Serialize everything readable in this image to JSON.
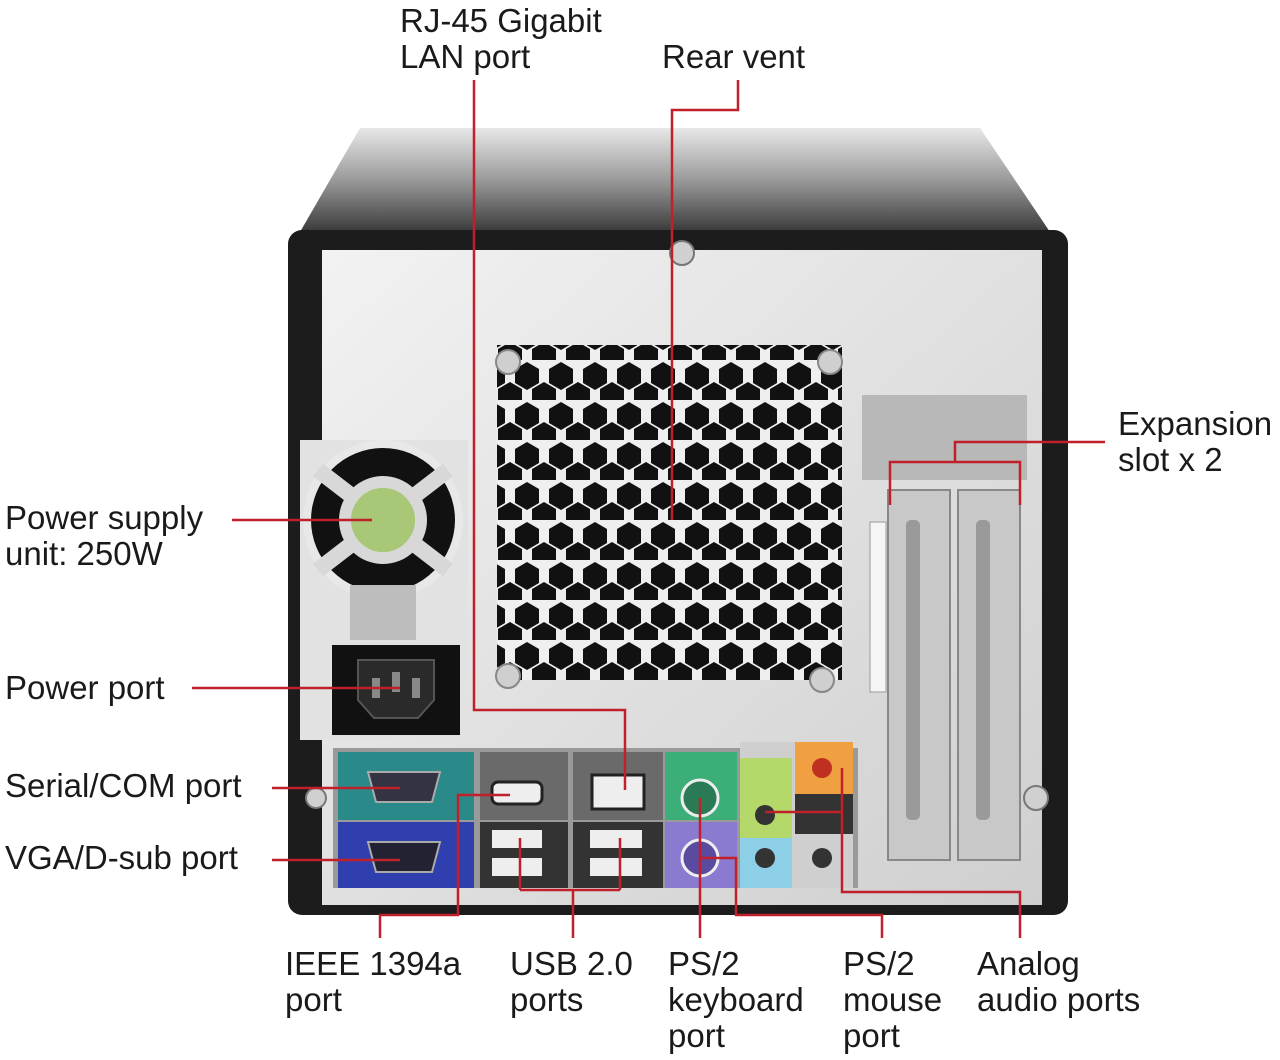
{
  "labels": {
    "rj45": {
      "line1": "RJ-45 Gigabit",
      "line2": "LAN port"
    },
    "rear_vent": {
      "line1": "Rear vent"
    },
    "expansion": {
      "line1": "Expansion",
      "line2": "slot x 2"
    },
    "psu": {
      "line1": "Power supply",
      "line2": "unit: 250W"
    },
    "power_port": {
      "line1": "Power port"
    },
    "serial": {
      "line1": "Serial/COM port"
    },
    "vga": {
      "line1": "VGA/D-sub port"
    },
    "ieee": {
      "line1": "IEEE 1394a",
      "line2": "port"
    },
    "usb": {
      "line1": "USB 2.0",
      "line2": "ports"
    },
    "ps2kb": {
      "line1": "PS/2",
      "line2": "keyboard",
      "line3": "port"
    },
    "ps2mouse": {
      "line1": "PS/2",
      "line2": "mouse",
      "line3": "port"
    },
    "audio": {
      "line1": "Analog",
      "line2": "audio ports"
    }
  },
  "colors": {
    "leader_line": "#c0202a",
    "chassis_dark": "#1c1c1c",
    "panel_silver": "#d9d9d9",
    "serial_teal": "#2a8a8a",
    "vga_blue": "#2f3fae",
    "ps2_green": "#3cae78",
    "ps2_purple": "#8a7ad0",
    "audio_orange": "#f0a040",
    "audio_lime": "#b5d86a",
    "audio_blue": "#8ecfe8"
  }
}
